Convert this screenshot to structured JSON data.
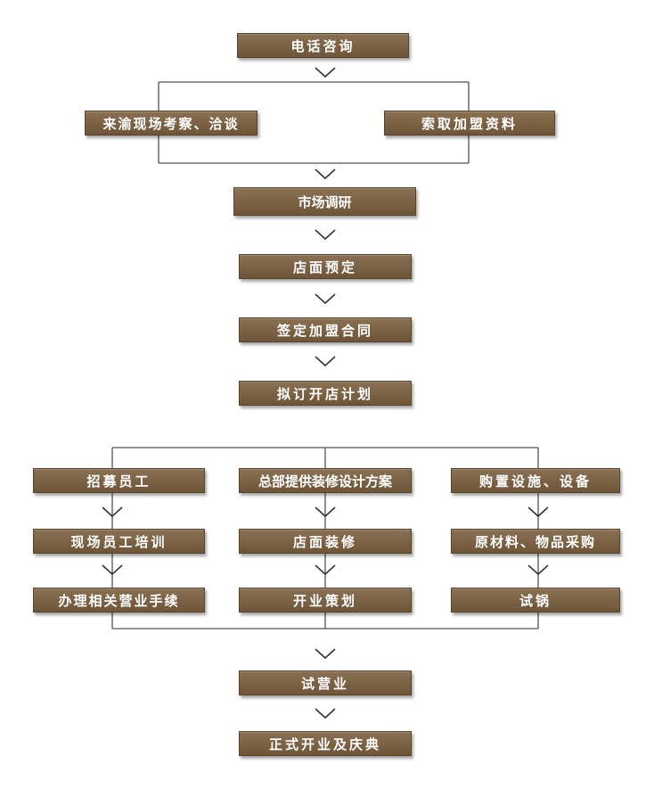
{
  "steps": {
    "phone": "电话咨询",
    "visit": "来渝现场考察、洽谈",
    "materials": "索取加盟资料",
    "research": "市场调研",
    "store": "店面预定",
    "contract": "签定加盟合同",
    "plan": "拟订开店计划",
    "recruit": "招募员工",
    "design": "总部提供装修设计方案",
    "equipment": "购置设施、设备",
    "training": "现场员工培训",
    "decoration": "店面装修",
    "purchase": "原材料、物品采购",
    "procedures": "办理相关营业手续",
    "planning": "开业策划",
    "trial_pot": "试锅",
    "trial_open": "试营业",
    "grand_open": "正式开业及庆典"
  },
  "colors": {
    "box": "#7a6044",
    "line": "#444444",
    "text": "#ffffff"
  }
}
